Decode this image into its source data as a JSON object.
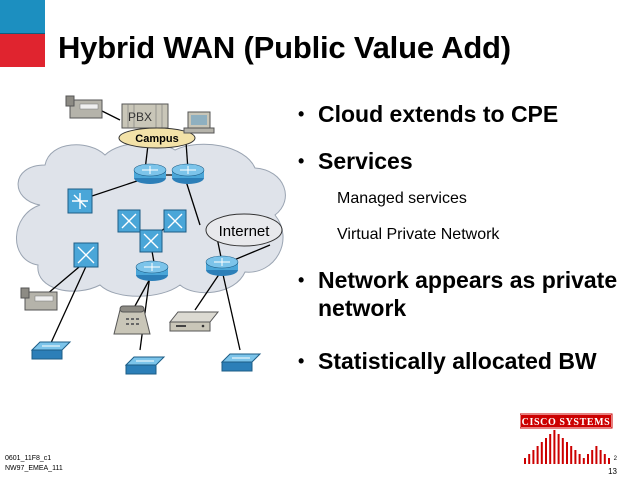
{
  "slide": {
    "title": "Hybrid WAN (Public Value Add)",
    "bullets": [
      "Cloud extends to CPE",
      "Services",
      "Network appears as private network",
      "Statistically allocated BW"
    ],
    "sub_bullets": [
      "Managed services",
      "Virtual Private Network"
    ],
    "footer_line1": "0601_11F8_c1",
    "footer_line2": "NW97_EMEA_111",
    "page_number": "13",
    "page_number_small": "2"
  },
  "diagram": {
    "pbx_label": "PBX",
    "campus_label": "Campus",
    "internet_label": "Internet"
  },
  "logo": {
    "text": "Cisco Systems"
  },
  "colors": {
    "blue_square": "#1c8fc0",
    "red_square": "#e0242f",
    "cloud": "#dfe3ea",
    "switch": "#4aa6d8",
    "router": "#4aa6d8",
    "logo_red": "#cc0000"
  }
}
